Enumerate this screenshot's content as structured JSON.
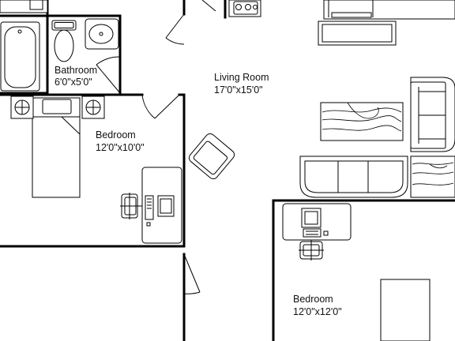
{
  "rooms": {
    "bathroom": {
      "name": "Bathroom",
      "size": "6'0\"x5'0\""
    },
    "living_room": {
      "name": "Living Room",
      "size": "17'0\"x15'0\""
    },
    "bedroom_left": {
      "name": "Bedroom",
      "size": "12'0\"x10'0\""
    },
    "bedroom_right": {
      "name": "Bedroom",
      "size": "12'0\"x12'0\""
    }
  }
}
